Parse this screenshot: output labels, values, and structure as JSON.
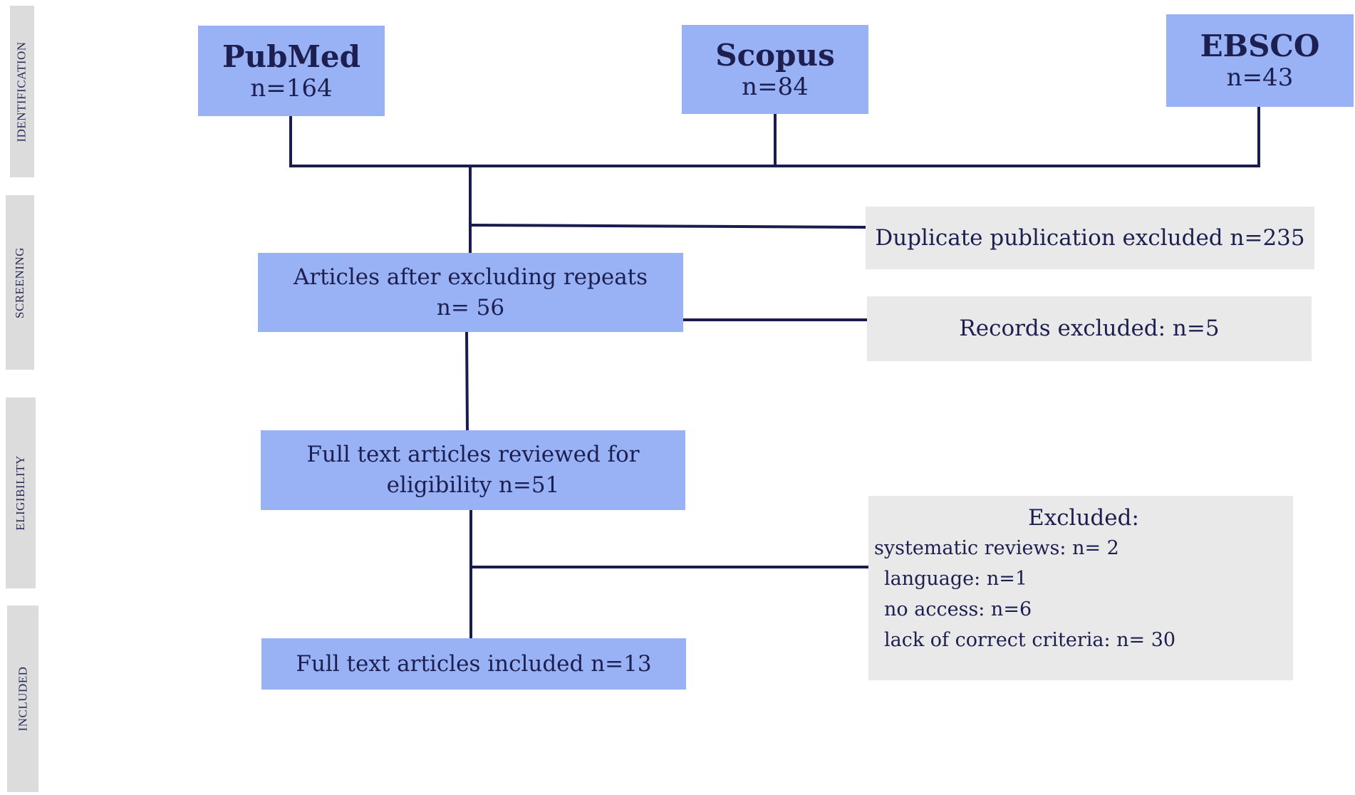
{
  "stages": {
    "identification": "IDENTIFICATION",
    "screening": "SCREENING",
    "eligibility": "ELIGIBILITY",
    "included": "INCLUDED"
  },
  "sources": {
    "pubmed": {
      "name": "PubMed",
      "count": "n=164"
    },
    "scopus": {
      "name": "Scopus",
      "count": "n=84"
    },
    "ebsco": {
      "name": "EBSCO",
      "count": "n=43"
    }
  },
  "flow": {
    "after_repeats": {
      "line1": "Articles after excluding repeats",
      "line2": "n= 56"
    },
    "full_text_reviewed": {
      "line1": "Full text articles  reviewed for",
      "line2": "eligibility n=51"
    },
    "included": {
      "text": "Full text articles included n=13"
    }
  },
  "exclusions": {
    "duplicates": "Duplicate publication excluded n=235",
    "records": "Records excluded: n=5",
    "full_text": {
      "title": "Excluded:",
      "reasons": [
        "systematic  reviews: n= 2",
        "language: n=1",
        "no access: n=6",
        "lack of correct criteria: n= 30"
      ]
    }
  },
  "colors": {
    "main_box": "#99b2f5",
    "exclusion_box": "#e9e9e9",
    "stage_bar": "#dcdcdc",
    "connector": "#1a1c4e",
    "text": "#1c1f4f"
  }
}
